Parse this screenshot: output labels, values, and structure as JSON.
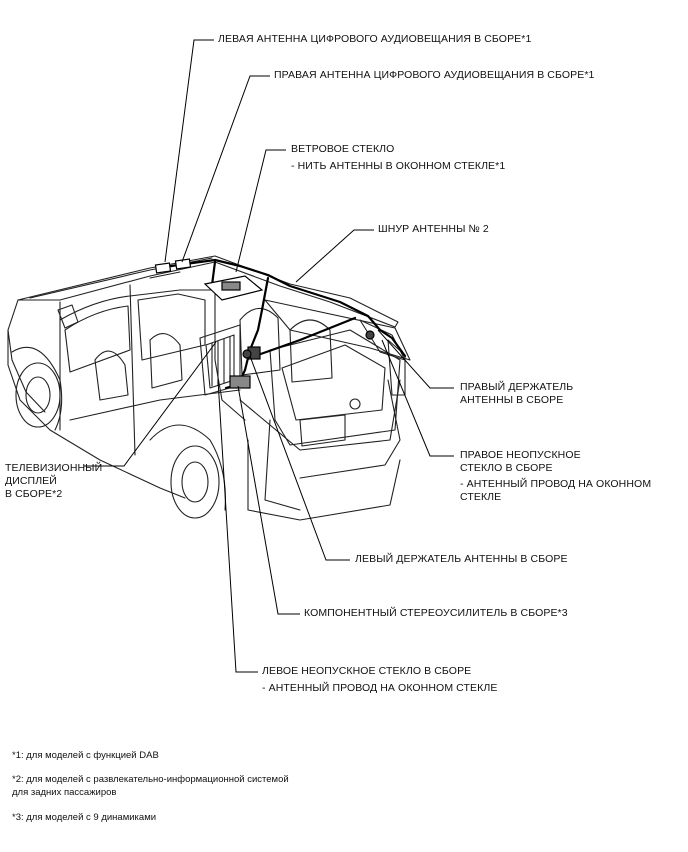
{
  "labels": {
    "left_dab": "ЛЕВАЯ АНТЕННА ЦИФРОВОГО АУДИОВЕЩАНИЯ В СБОРЕ*1",
    "right_dab": "ПРАВАЯ АНТЕННА ЦИФРОВОГО АУДИОВЕЩАНИЯ В СБОРЕ*1",
    "windshield_1": "ВЕТРОВОЕ СТЕКЛО",
    "windshield_2": "- НИТЬ АНТЕННЫ В ОКОННОМ СТЕКЛЕ*1",
    "cord2": "ШНУР АНТЕННЫ № 2",
    "right_holder_1": "ПРАВЫЙ ДЕРЖАТЕЛЬ",
    "right_holder_2": "АНТЕННЫ В СБОРЕ",
    "right_glass_1": "ПРАВОЕ НЕОПУСКНОЕ",
    "right_glass_2": "СТЕКЛО В СБОРЕ",
    "right_glass_3": "- АНТЕННЫЙ ПРОВОД НА ОКОННОМ",
    "right_glass_4": "СТЕКЛЕ",
    "tv_1": "ТЕЛЕВИЗИОННЫЙ",
    "tv_2": "ДИСПЛЕЙ",
    "tv_3": "В СБОРЕ*2",
    "left_holder": "ЛЕВЫЙ ДЕРЖАТЕЛЬ АНТЕННЫ В СБОРЕ",
    "amplifier": "КОМПОНЕНТНЫЙ СТЕРЕОУСИЛИТЕЛЬ В СБОРЕ*3",
    "left_glass_1": "ЛЕВОЕ НЕОПУСКНОЕ СТЕКЛО В СБОРЕ",
    "left_glass_2": "- АНТЕННЫЙ ПРОВОД НА ОКОННОМ СТЕКЛЕ"
  },
  "notes": {
    "n1": "*1: для моделей с функцией DAB",
    "n2_line1": "*2: для моделей с развлекательно-информационной системой",
    "n2_line2": "для задних пассажиров",
    "n3": "*3: для моделей с 9 динамиками"
  }
}
